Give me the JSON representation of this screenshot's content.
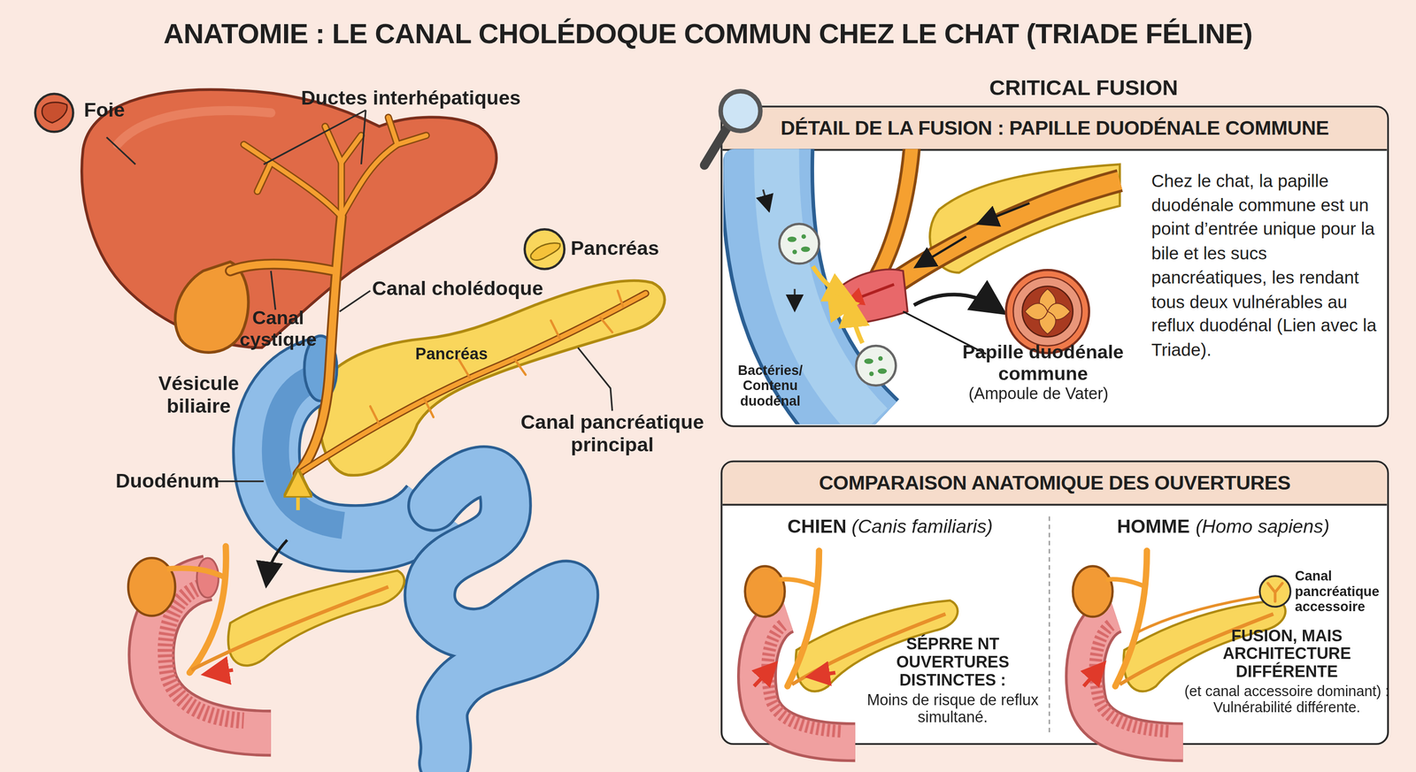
{
  "diagram": {
    "title": "ANATOMIE : LE CANAL CHOLÉDOQUE COMMUN CHEZ LE CHAT (TRIADE FÉLINE)",
    "nodes": [
      {
        "text": [
          "DÉTAIL DE LA FUSION : PAPILLE DUODÉNALE COMMUNE",
          "Chez le chat, la papille duodénale commune est un point d’entrée unique pour la bile et les sucs pancréatiques, les rendant tous deux vulnérables au reflux duodénal (Lien avec la Triade)."
        ]
      },
      {
        "text": [
          "COMPARAISON ANATOMIQUE DES OUVERTURES"
        ]
      }
    ],
    "labels": [
      "Foie",
      "Ductes interhépatiques",
      "Pancréas",
      "Canal cholédoque",
      "Canal cystique",
      "Pancréas",
      "Vésicule biliaire",
      "Canal pancréatique principal",
      "Duodénum",
      "CRITICAL FUSION",
      "Bactéries/ Contenu duodénal",
      "Papille duodénale commune",
      "(Ampoule de Vater)",
      "CHIEN",
      "(Canis familiaris)",
      "HOMME",
      "(Homo sapiens)",
      "SÉPRRE NT OUVERTURES DISTINCTES :",
      "Moins de risque de reflux simultané.",
      "Canal pancréatique accessoire",
      "FUSION, MAIS ARCHITECTURE DIFFÉRENTE",
      "(et canal accessoire dominant) : Vulnérabilité différente."
    ]
  }
}
